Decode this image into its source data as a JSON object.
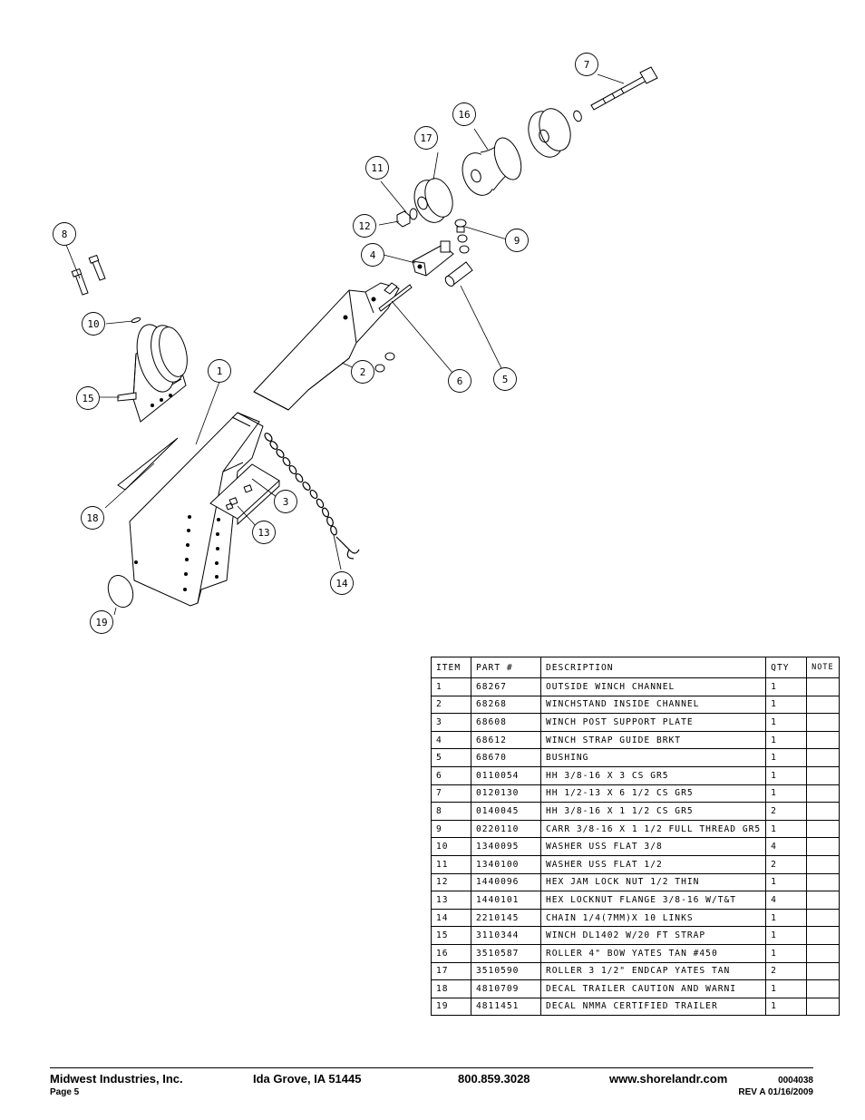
{
  "balloons": [
    {
      "label": "1"
    },
    {
      "label": "2"
    },
    {
      "label": "3"
    },
    {
      "label": "4"
    },
    {
      "label": "5"
    },
    {
      "label": "6"
    },
    {
      "label": "7"
    },
    {
      "label": "8"
    },
    {
      "label": "9"
    },
    {
      "label": "10"
    },
    {
      "label": "11"
    },
    {
      "label": "12"
    },
    {
      "label": "13"
    },
    {
      "label": "14"
    },
    {
      "label": "15"
    },
    {
      "label": "16"
    },
    {
      "label": "17"
    },
    {
      "label": "18"
    },
    {
      "label": "19"
    }
  ],
  "table": {
    "headers": {
      "item": "ITEM",
      "part": "PART #",
      "description": "DESCRIPTION",
      "qty": "QTY",
      "note": "NOTE"
    },
    "rows": [
      {
        "item": "1",
        "part": "68267",
        "description": "OUTSIDE WINCH CHANNEL",
        "qty": "1"
      },
      {
        "item": "2",
        "part": "68268",
        "description": "WINCHSTAND   INSIDE CHANNEL",
        "qty": "1"
      },
      {
        "item": "3",
        "part": "68608",
        "description": "WINCH POST SUPPORT PLATE",
        "qty": "1"
      },
      {
        "item": "4",
        "part": "68612",
        "description": "WINCH STRAP GUIDE BRKT",
        "qty": "1"
      },
      {
        "item": "5",
        "part": "68670",
        "description": "BUSHING",
        "qty": "1"
      },
      {
        "item": "6",
        "part": "0110054",
        "description": "HH 3/8-16 X 3 CS GR5",
        "qty": "1"
      },
      {
        "item": "7",
        "part": "0120130",
        "description": "HH 1/2-13 X 6 1/2 CS GR5",
        "qty": "1"
      },
      {
        "item": "8",
        "part": "0140045",
        "description": "HH 3/8-16 X 1 1/2 CS GR5",
        "qty": "2"
      },
      {
        "item": "9",
        "part": "0220110",
        "description": "CARR 3/8-16 X 1 1/2 FULL THREAD GR5",
        "qty": "1"
      },
      {
        "item": "10",
        "part": "1340095",
        "description": "WASHER USS FLAT 3/8",
        "qty": "4"
      },
      {
        "item": "11",
        "part": "1340100",
        "description": "WASHER USS FLAT 1/2",
        "qty": "2"
      },
      {
        "item": "12",
        "part": "1440096",
        "description": "HEX JAM LOCK NUT 1/2 THIN",
        "qty": "1"
      },
      {
        "item": "13",
        "part": "1440101",
        "description": "HEX LOCKNUT FLANGE 3/8-16 W/T&T",
        "qty": "4"
      },
      {
        "item": "14",
        "part": "2210145",
        "description": "CHAIN 1/4(7MM)X 10 LINKS",
        "qty": "1"
      },
      {
        "item": "15",
        "part": "3110344",
        "description": "WINCH DL1402 W/20 FT STRAP",
        "qty": "1"
      },
      {
        "item": "16",
        "part": "3510587",
        "description": "ROLLER 4\" BOW YATES TAN #450",
        "qty": "1"
      },
      {
        "item": "17",
        "part": "3510590",
        "description": "ROLLER 3 1/2\" ENDCAP YATES TAN",
        "qty": "2"
      },
      {
        "item": "18",
        "part": "4810709",
        "description": "DECAL TRAILER CAUTION AND WARNI",
        "qty": "1"
      },
      {
        "item": "19",
        "part": "4811451",
        "description": " DECAL NMMA CERTIFIED TRAILER",
        "qty": "1"
      }
    ]
  },
  "footer": {
    "company": "Midwest Industries, Inc.",
    "city": "Ida Grove, IA  51445",
    "phone": "800.859.3028",
    "website": "www.shorelandr.com",
    "doc_number": "0004038",
    "page": "Page 5",
    "revision": "REV A  01/16/2009"
  }
}
